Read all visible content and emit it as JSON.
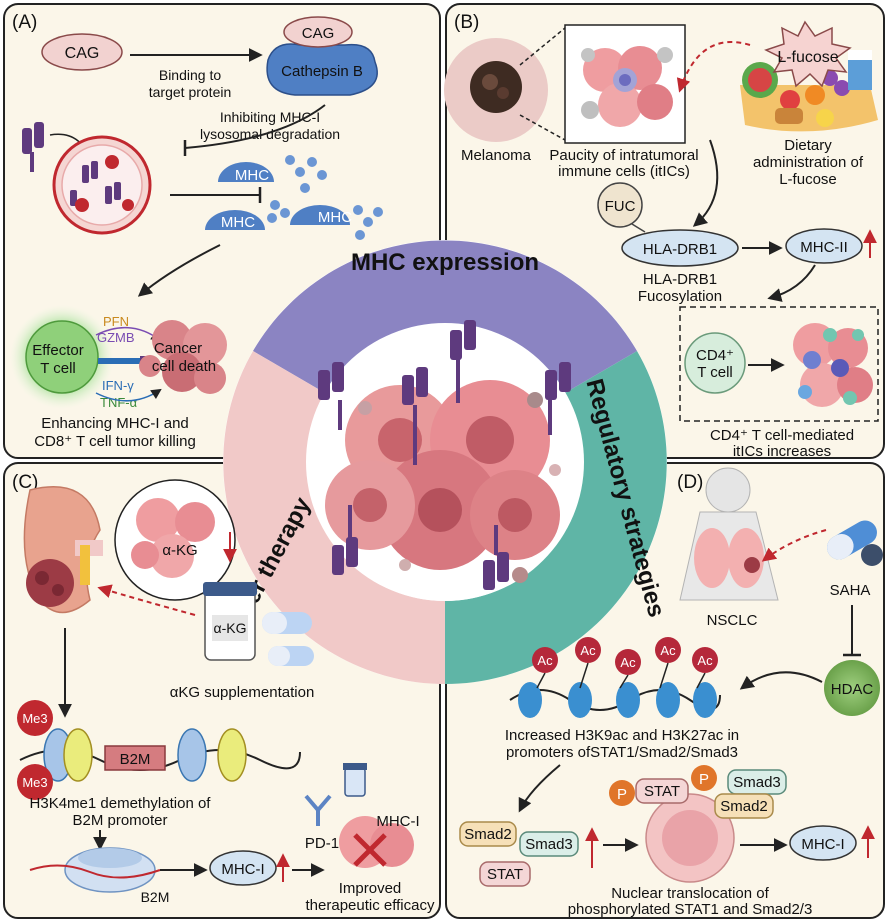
{
  "panels": {
    "a": {
      "label": "(A)",
      "cag": "CAG",
      "binding_line1": "Binding to",
      "binding_line2": "target protein",
      "cag_on_cathepsin": "CAG",
      "cathepsin_b": "Cathepsin B",
      "inhibit_line1": "Inhibiting MHC-I",
      "inhibit_line2": "lysosomal degradation",
      "mhc_1": "MHC",
      "mhc_2": "MHC",
      "mhc_3": "MHC",
      "pfn": "PFN",
      "gzmb": "GZMB",
      "effector_line1": "Effector",
      "effector_line2": "T cell",
      "cancer_death_line1": "Cancer",
      "cancer_death_line2": "cell death",
      "ifn": "IFN-γ",
      "tnf": "TNF-α",
      "caption_line1": "Enhancing MHC-I and",
      "caption_line2": "CD8⁺ T cell tumor killing"
    },
    "b": {
      "label": "(B)",
      "melanoma": "Melanoma",
      "paucity_line1": "Paucity of intratumoral",
      "paucity_line2": "immune cells (itICs)",
      "lfucose": "L-fucose",
      "dietary_line1": "Dietary",
      "dietary_line2": "administration of",
      "dietary_line3": "L-fucose",
      "fuc": "FUC",
      "hla_drb1": "HLA-DRB1",
      "mhc_ii": "MHC-II",
      "hla_fuc_line1": "HLA-DRB1",
      "hla_fuc_line2": "Fucosylation",
      "cd4_line1": "CD4⁺",
      "cd4_line2": "T cell",
      "caption_line1": "CD4⁺ T cell-mediated",
      "caption_line2": "itICs increases"
    },
    "c": {
      "label": "(C)",
      "akg": "α-KG",
      "bottle_label": "α-KG",
      "supplement": "αKG supplementation",
      "me3_top": "Me3",
      "me3_bottom": "Me3",
      "b2m_gene": "B2M",
      "h3k4_line1": "H3K4me1 demethylation of",
      "h3k4_line2": "B2M promoter",
      "b2m_mrna": "B2M",
      "mhc_i": "MHC-I",
      "pd1": "PD-1",
      "mhc_i_tumor": "MHC-I",
      "improved_line1": "Improved",
      "improved_line2": "therapeutic efficacy"
    },
    "d": {
      "label": "(D)",
      "nsclc": "NSCLC",
      "saha": "SAHA",
      "hdac": "HDAC",
      "ac": [
        "Ac",
        "Ac",
        "Ac",
        "Ac",
        "Ac"
      ],
      "increased_line1": "Increased H3K9ac and H3K27ac in",
      "increased_line2": "promoters ofSTAT1/Smad2/Smad3",
      "smad2": "Smad2",
      "smad3": "Smad3",
      "stat": "STAT",
      "p1": "P",
      "stat_p": "STAT",
      "p2": "P",
      "smad3_p": "Smad3",
      "smad2_p": "Smad2",
      "mhc_i": "MHC-I",
      "caption_line1": "Nuclear translocation of",
      "caption_line2": "phosphorylated STAT1 and Smad2/3"
    }
  },
  "ring": {
    "top": "MHC expression",
    "right": "Regulatory strategies",
    "left": "Cancer therapy"
  },
  "colors": {
    "panel_bg": "#fbf6e9",
    "ring_top": "#8b84c2",
    "ring_right": "#5fb5a6",
    "ring_left": "#f1c9c8",
    "mhc_purple": "#5e3a7e",
    "tumor_pink": "#e8888e",
    "arrow_red": "#b5283a",
    "cathepsin_blue": "#4f7fc4"
  }
}
